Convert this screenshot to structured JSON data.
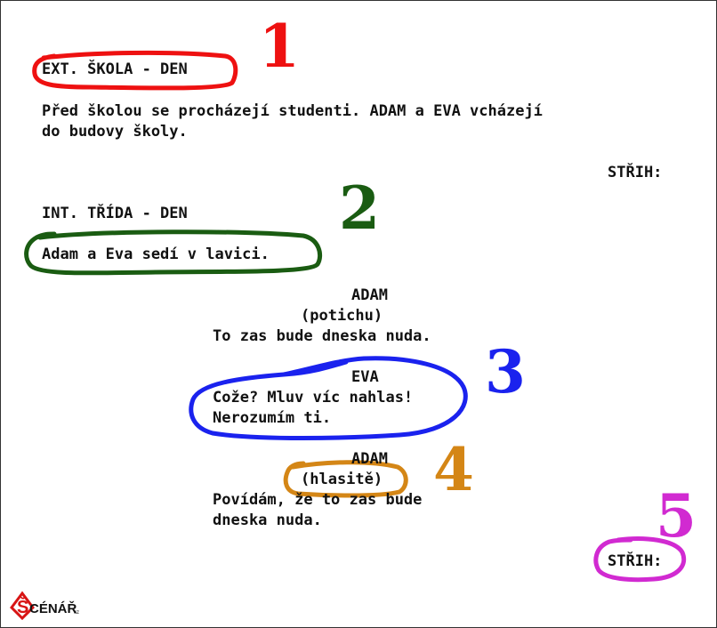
{
  "screenplay": {
    "scene1_heading": "EXT. ŠKOLA - DEN",
    "scene1_action_line1": "Před školou se procházejí studenti. ADAM a EVA vcházejí",
    "scene1_action_line2": "do budovy školy.",
    "transition1": "STŘIH:",
    "scene2_heading": "INT. TŘÍDA - DEN",
    "scene2_action": "Adam a Eva sedí v lavici.",
    "dialogue1_character": "ADAM",
    "dialogue1_parenthetical": "(potichu)",
    "dialogue1_line1": "To zas bude dneska nuda.",
    "dialogue2_character": "EVA",
    "dialogue2_line1": "Cože? Mluv víc nahlas!",
    "dialogue2_line2": "Nerozumím ti.",
    "dialogue3_character": "ADAM",
    "dialogue3_parenthetical": "(hlasitě)",
    "dialogue3_line1": "Povídám, že to zas bude",
    "dialogue3_line2": "dneska nuda.",
    "transition2": "STŘIH:"
  },
  "annotations": {
    "numbers": [
      "1",
      "2",
      "3",
      "4",
      "5"
    ],
    "colors": {
      "mark1": "#ee1111",
      "mark2": "#1a5c12",
      "mark3": "#1a22ee",
      "mark4": "#d48616",
      "mark5": "#d12ad1"
    }
  },
  "logo": {
    "text": "ŠCÉNÁŘ",
    "suffix": "cz"
  }
}
